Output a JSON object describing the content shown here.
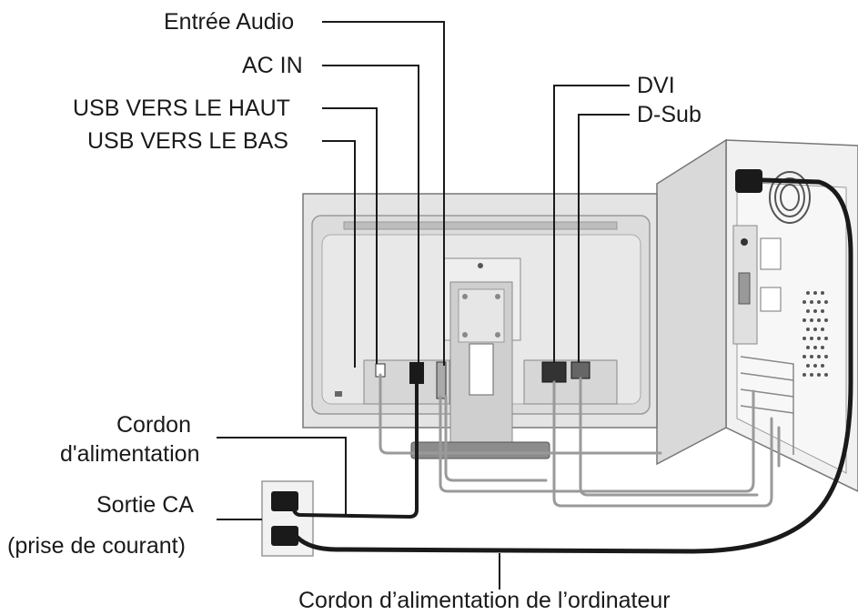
{
  "labels": {
    "audio_in": "Entrée Audio",
    "ac_in": "AC IN",
    "usb_up": "USB VERS LE HAUT",
    "usb_down": "USB VERS LE BAS",
    "dvi": "DVI",
    "dsub": "D-Sub",
    "power_cord_line1": "Cordon",
    "power_cord_line2": "d'alimentation",
    "ac_outlet_line1": "Sortie CA",
    "ac_outlet_line2": "(prise de courant)",
    "computer_power_cord": "Cordon d’alimentation de l’ordinateur"
  },
  "colors": {
    "line": "#1a1a1a",
    "monitor_body": "#e4e4e4",
    "monitor_shade": "#c8c8c8",
    "tower_body": "#f1f1f1",
    "cable_gray": "#9a9a9a",
    "cable_dark": "#1a1a1a"
  }
}
